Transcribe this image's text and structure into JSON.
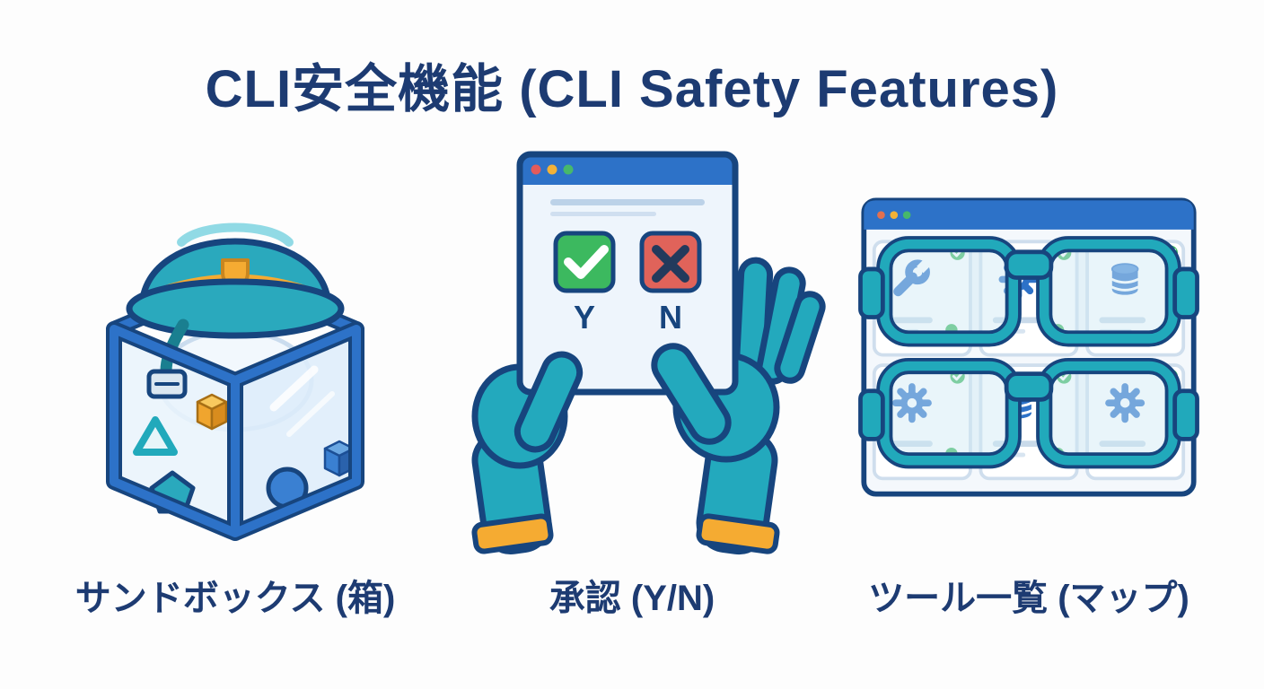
{
  "title": "CLI安全機能 (CLI Safety Features)",
  "features": {
    "sandbox": {
      "label": "サンドボックス (箱)",
      "icon": "sandbox-glass-box-with-hard-hat"
    },
    "approval": {
      "label": "承認 (Y/N)",
      "yes": "Y",
      "no": "N",
      "icon": "gloved-hands-holding-confirm-dialog"
    },
    "toolmap": {
      "label": "ツール一覧 (マップ)",
      "icon": "safety-goggles-over-tool-card-grid"
    }
  },
  "colors": {
    "title_navy": "#1d3b72",
    "outline_navy": "#17457e",
    "frame_blue": "#2d72c8",
    "teal": "#2aa9bd",
    "glass_blue": "#e9f3fb",
    "accent_yellow": "#f5ab32",
    "success_green": "#3cb95f",
    "danger_red": "#e0635a",
    "background": "#fdfdfd"
  }
}
